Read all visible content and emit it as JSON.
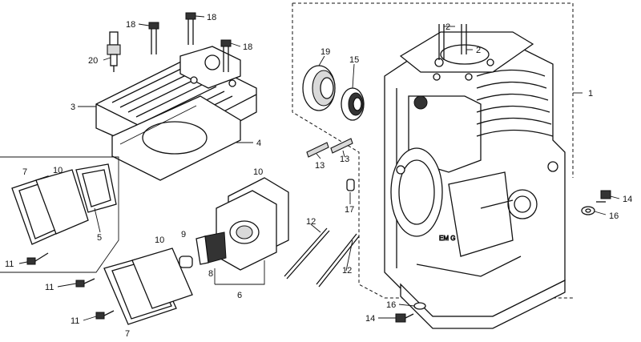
{
  "callouts": {
    "c1": "1",
    "c2a": "2",
    "c2b": "2",
    "c3": "3",
    "c4": "4",
    "c5": "5",
    "c6": "6",
    "c7a": "7",
    "c7b": "7",
    "c8": "8",
    "c9": "9",
    "c10a": "10",
    "c10b": "10",
    "c10c": "10",
    "c11a": "11",
    "c11b": "11",
    "c11c": "11",
    "c12a": "12",
    "c12b": "12",
    "c13a": "13",
    "c13b": "13",
    "c14a": "14",
    "c14b": "14",
    "c15": "15",
    "c16a": "16",
    "c16b": "16",
    "c17": "17",
    "c18a": "18",
    "c18b": "18",
    "c18c": "18",
    "c19": "19",
    "c20": "20"
  },
  "part_names": {
    "crankcase": "crankcase-cylinder",
    "head": "cylinder-head",
    "icons": [
      "bolt-icon",
      "spark-plug-icon",
      "bearing-icon",
      "oil-seal-icon",
      "stud-icon",
      "washer-icon",
      "dowel-icon"
    ]
  },
  "colors": {
    "line": "#111111",
    "background": "#ffffff",
    "shade": "#d9d9d9"
  }
}
